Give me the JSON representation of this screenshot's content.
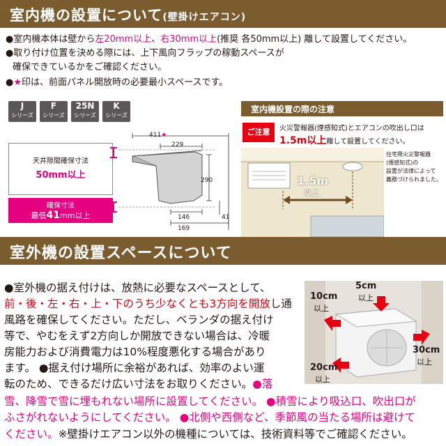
{
  "section1": {
    "title": "室内機の設置について",
    "title_sub": "(壁掛けエアコン)",
    "bullet1": {
      "prefix": "●室内機本体は壁から",
      "left": "左20mm以上",
      "sep": "、",
      "right": "右30mm以上",
      "rest": "(推奨 各50mm以上) 離して設置してください。"
    },
    "bullet2_line1": "●取り付け位置を決める際には、上下風向フラップの稼動スペースが",
    "bullet2_line2": "確保できているかをご確認ください。",
    "bullet3": {
      "dot": "●",
      "star": "★",
      "rest": "印は、前面パネル開放時の必要最小スペースです。"
    }
  },
  "series_tabs": [
    {
      "letter": "J",
      "label": "シリーズ"
    },
    {
      "letter": "F",
      "label": "シリーズ"
    },
    {
      "letter": "25N",
      "label": "シリーズ"
    },
    {
      "letter": "K",
      "label": "シリーズ"
    }
  ],
  "diagram": {
    "ceiling_label": "天井隙間確保寸法",
    "ceiling_value": "50mm以上",
    "min_label": "確保寸法",
    "min_prefix": "最低",
    "min_number": "41",
    "min_suffix": "mm以上",
    "dims": {
      "width_star": "411",
      "star": "★",
      "top": "229",
      "height": "290",
      "bottom1": "146",
      "bottom2": "169",
      "gap": "41"
    }
  },
  "caution": {
    "header": "室内機設置の際の注意",
    "badge": "ご注意",
    "text1": "火災警報器(煙感知式)とエアコンの吹出し口は",
    "text2_value": "1.5m以上",
    "text2_rest": "離して設置してください。",
    "distance": "1.5m",
    "distance_sub": "以上",
    "note": [
      "住宅用火災警報器",
      "(煙感知式)の",
      "設置が法律によって",
      "義務づけられました。"
    ]
  },
  "section2": {
    "title": "室外機の設置スペースについて",
    "lines": [
      {
        "segs": [
          {
            "t": "●室外機の据え付けは、放熱に必要なスペースとして、",
            "c": ""
          }
        ]
      },
      {
        "segs": [
          {
            "t": "前・後・左・右・上・下のうち少なくとも3方向を開放",
            "c": "red"
          },
          {
            "t": "し通",
            "c": ""
          }
        ]
      },
      {
        "segs": [
          {
            "t": "風路を確保してください。ただし、ベランダの据え付け",
            "c": ""
          }
        ]
      },
      {
        "segs": [
          {
            "t": "等で、やむをえず2方向しか開放できない場合は、冷暖",
            "c": ""
          }
        ]
      },
      {
        "segs": [
          {
            "t": "房能力および消費電力は10%程度悪化する場合があり",
            "c": ""
          }
        ]
      },
      {
        "segs": [
          {
            "t": "ます。 ●据え付け場所に余裕があれば、効率のよい運",
            "c": ""
          }
        ]
      },
      {
        "segs": [
          {
            "t": "転のため、できるだけ広い寸法をお取りください。",
            "c": ""
          },
          {
            "t": "●落",
            "c": "pink"
          }
        ]
      },
      {
        "segs": [
          {
            "t": "雪、降雪で雪に埋もれない場所に設置してください。 ●積雪により吸込口、吹出口が",
            "c": "pink"
          }
        ]
      },
      {
        "segs": [
          {
            "t": "ふさがれないようにしてください。 ●北側や西側など、季節風の当たる場所は避けて",
            "c": "pink"
          }
        ]
      },
      {
        "segs": [
          {
            "t": "ください。",
            "c": "pink"
          },
          {
            "t": "※壁掛けエアコン以外の機種については、技術資料等でご確認ください。",
            "c": ""
          }
        ]
      }
    ],
    "photo": {
      "top_value": "5cm",
      "top_sub": "以上",
      "left_value": "10cm",
      "left_sub": "以上",
      "right_value": "30cm",
      "right_sub": "以上",
      "bottom_value": "20cm",
      "bottom_sub": "以上"
    }
  },
  "colors": {
    "header_bar": "#7a5c2f",
    "accent_pink": "#e4007f",
    "accent_red": "#d7000f"
  }
}
